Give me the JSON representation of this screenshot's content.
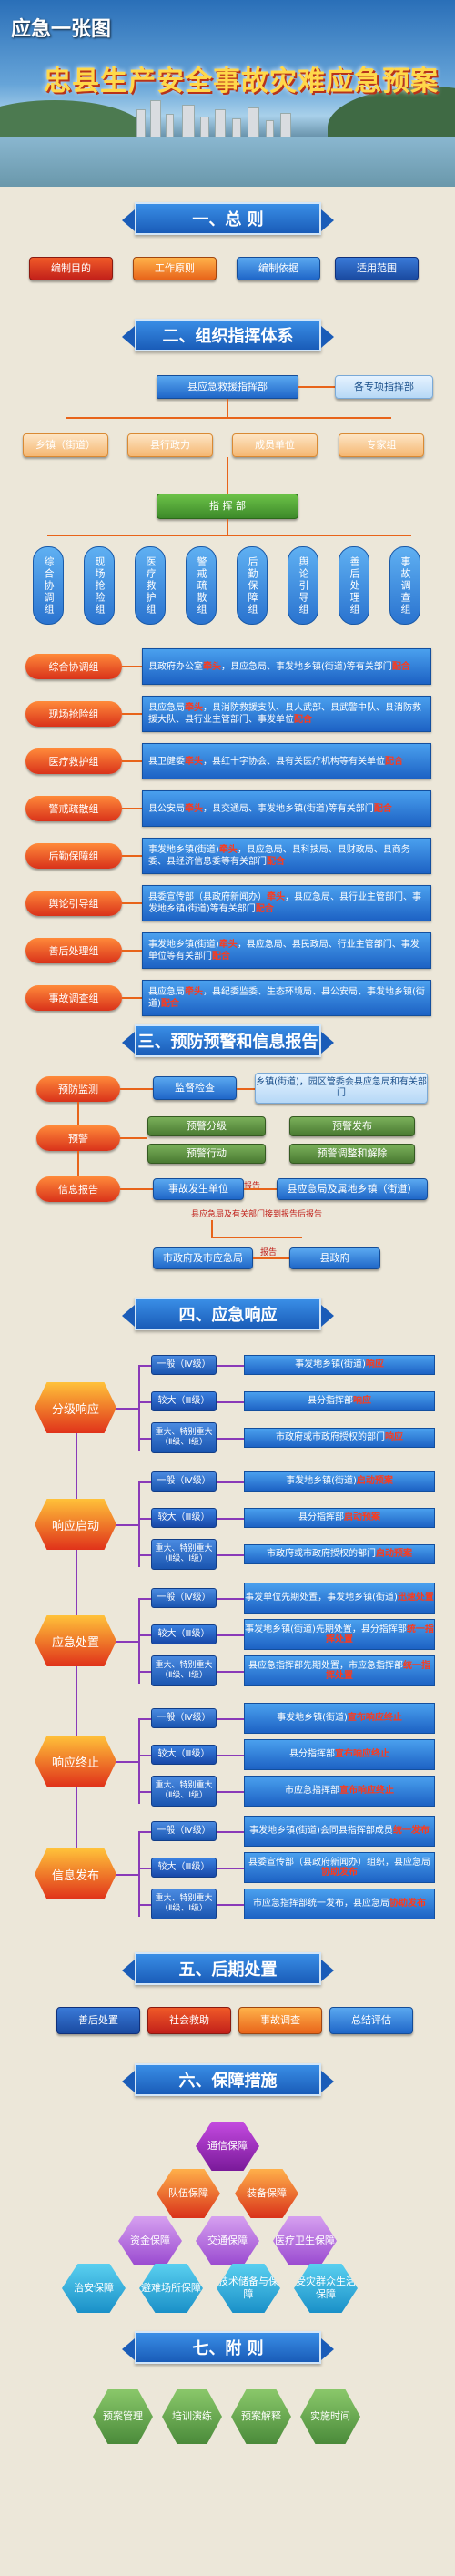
{
  "header": {
    "kicker": "应急一张图",
    "title": "忠县生产安全事故灾难应急预案"
  },
  "sections": {
    "s1": "一、总 则",
    "s2": "二、组织指挥体系",
    "s3": "三、预防预警和信息报告",
    "s4": "四、应急响应",
    "s5": "五、后期处置",
    "s6": "六、保障措施",
    "s7": "七、附 则"
  },
  "general": [
    "编制目的",
    "工作原则",
    "编制依据",
    "适用范围"
  ],
  "command": {
    "hq": "县应急救援指挥部",
    "special": "各专项指挥部",
    "members": [
      "乡镇（街道）",
      "县行政力",
      "成员单位",
      "专家组"
    ],
    "office": "指 挥 部",
    "groups_v": [
      "综合协调组",
      "现场抢险组",
      "医疗救护组",
      "警戒疏散组",
      "后勤保障组",
      "舆论引导组",
      "善后处理组",
      "事故调查组"
    ]
  },
  "groups": [
    {
      "name": "综合协调组",
      "a": "县政府办公室",
      "hl": "牵头",
      "b": "，县应急局、事发地乡镇(街道)等有关部门",
      "c": "配合"
    },
    {
      "name": "现场抢险组",
      "a": "县应急局",
      "hl": "牵头",
      "b": "，县消防救援支队、县人武部、县武警中队、县消防救援大队、县行业主管部门、事发单位",
      "c": "配合"
    },
    {
      "name": "医疗救护组",
      "a": "县卫健委",
      "hl": "牵头",
      "b": "，县红十字协会、县有关医疗机构等有关单位",
      "c": "配合"
    },
    {
      "name": "警戒疏散组",
      "a": "县公安局",
      "hl": "牵头",
      "b": "，县交通局、事发地乡镇(街道)等有关部门",
      "c": "配合"
    },
    {
      "name": "后勤保障组",
      "a": "事发地乡镇(街道)",
      "hl": "牵头",
      "b": "，县应急局、县科技局、县财政局、县商务委、县经济信息委等有关部门",
      "c": "配合"
    },
    {
      "name": "舆论引导组",
      "a": "县委宣传部（县政府新闻办）",
      "hl": "牵头",
      "b": "，县应急局、县行业主管部门、事发地乡镇(街道)等有关部门",
      "c": "配合"
    },
    {
      "name": "善后处理组",
      "a": "事发地乡镇(街道)",
      "hl": "牵头",
      "b": "，县应急局、县民政局、行业主管部门、事发单位等有关部门",
      "c": "配合"
    },
    {
      "name": "事故调查组",
      "a": "县应急局",
      "hl": "牵头",
      "b": "，县纪委监委、生态环境局、县公安局、事发地乡镇(街道)",
      "c": "配合"
    }
  ],
  "warning": {
    "monitor": "预防监测",
    "supervise": "监督检查",
    "supervise_desc": "乡镇(街道)，园区管委会县应急局和有关部门",
    "prewarn": "预警",
    "grade": "预警分级",
    "publish": "预警发布",
    "action": "预警行动",
    "adjust": "预警调整和解除",
    "report": "信息报告",
    "unit": "事故发生单位",
    "unit_arrow": "报告",
    "to": "县应急局及属地乡镇（街道）",
    "note": "县应急局及有关部门接到报告后报告",
    "city": "市政府及市应急局",
    "report2": "报告",
    "county": "县政府"
  },
  "response": [
    {
      "phase": "分级响应",
      "rows": [
        {
          "lvl": "一般（Ⅳ级）",
          "t": "事发地乡镇(街道)",
          "h": "响应"
        },
        {
          "lvl": "较大（Ⅲ级）",
          "t": "县分指挥部",
          "h": "响应"
        },
        {
          "lvl": "重大、特别重大（Ⅱ级、Ⅰ级）",
          "t": "市政府或市政府授权的部门",
          "h": "响应"
        }
      ]
    },
    {
      "phase": "响应启动",
      "rows": [
        {
          "lvl": "一般（Ⅳ级）",
          "t": "事发地乡镇(街道)",
          "h": "启动预案"
        },
        {
          "lvl": "较大（Ⅲ级）",
          "t": "县分指挥部",
          "h": "启动预案"
        },
        {
          "lvl": "重大、特别重大（Ⅱ级、Ⅰ级）",
          "t": "市政府或市政府授权的部门",
          "h": "启动预案"
        }
      ]
    },
    {
      "phase": "应急处置",
      "rows": [
        {
          "lvl": "一般（Ⅳ级）",
          "t": "事发单位先期处置，事发地乡镇(街道)",
          "h": "迅速处置"
        },
        {
          "lvl": "较大（Ⅲ级）",
          "t": "事发地乡镇(街道)先期处置，县分指挥部",
          "h": "统一指挥处置"
        },
        {
          "lvl": "重大、特别重大（Ⅱ级、Ⅰ级）",
          "t": "县应急指挥部先期处置，市应急指挥部",
          "h": "统一指挥处置"
        }
      ]
    },
    {
      "phase": "响应终止",
      "rows": [
        {
          "lvl": "一般（Ⅳ级）",
          "t": "事发地乡镇(街道)",
          "h": "宣布响应终止"
        },
        {
          "lvl": "较大（Ⅲ级）",
          "t": "县分指挥部",
          "h": "宣布响应终止"
        },
        {
          "lvl": "重大、特别重大（Ⅱ级、Ⅰ级）",
          "t": "市应急指挥部",
          "h": "宣布响应终止"
        }
      ]
    },
    {
      "phase": "信息发布",
      "rows": [
        {
          "lvl": "一般（Ⅳ级）",
          "t": "事发地乡镇(街道)会同县指挥部成员",
          "h": "统一发布"
        },
        {
          "lvl": "较大（Ⅲ级）",
          "t": "县委宣传部（县政府新闻办）组织，县应急局",
          "h": "协助发布"
        },
        {
          "lvl": "重大、特别重大（Ⅱ级、Ⅰ级）",
          "t": "市应急指挥部统一发布，县应急局",
          "h": "协助发布"
        }
      ]
    }
  ],
  "post": [
    "善后处置",
    "社会救助",
    "事故调查",
    "总结评估"
  ],
  "guarantee": [
    "通信保障",
    "队伍保障",
    "装备保障",
    "资金保障",
    "交通保障",
    "医疗卫生保障",
    "治安保障",
    "避难场所保障",
    "技术储备与保障",
    "受灾群众生活保障"
  ],
  "appendix": [
    "预案管理",
    "培训演练",
    "预案解释",
    "实施时间"
  ]
}
